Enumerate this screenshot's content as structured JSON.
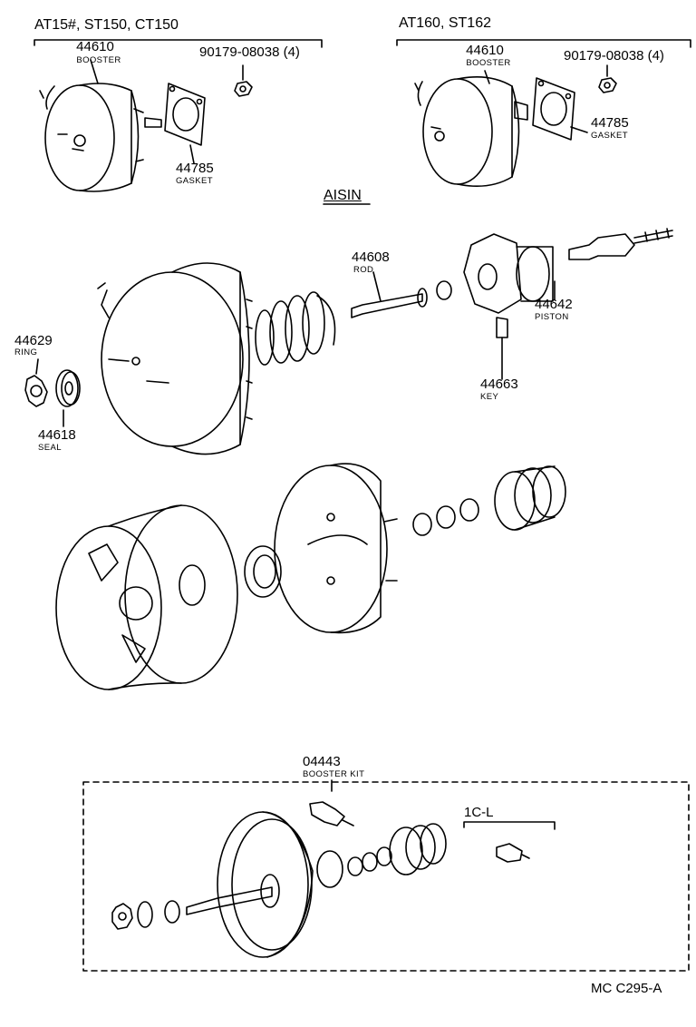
{
  "groups": {
    "left": "AT15#, ST150, CT150",
    "right": "AT160, ST162",
    "mfr": "AISIN",
    "kit_variant": "1C-L"
  },
  "parts": {
    "booster_left": {
      "number": "44610",
      "name": "BOOSTER"
    },
    "nut_left": {
      "number": "90179-08038 (4)"
    },
    "gasket_left": {
      "number": "44785",
      "name": "GASKET"
    },
    "booster_right": {
      "number": "44610",
      "name": "BOOSTER"
    },
    "nut_right": {
      "number": "90179-08038 (4)"
    },
    "gasket_right": {
      "number": "44785",
      "name": "GASKET"
    },
    "rod": {
      "number": "44608",
      "name": "ROD"
    },
    "piston": {
      "number": "44642",
      "name": "PISTON"
    },
    "key": {
      "number": "44663",
      "name": "KEY"
    },
    "ring": {
      "number": "44629",
      "name": "RING"
    },
    "seal": {
      "number": "44618",
      "name": "SEAL"
    },
    "kit": {
      "number": "04443",
      "name": "BOOSTER KIT"
    }
  },
  "diagram_code": "MC C295-A"
}
